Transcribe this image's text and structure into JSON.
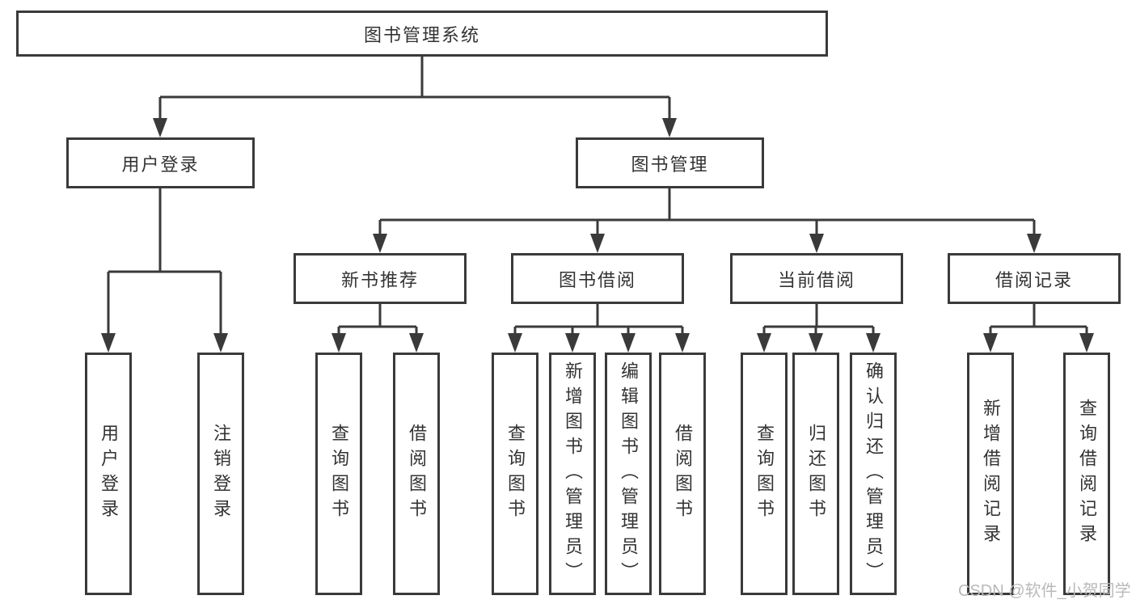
{
  "diagram": {
    "root": {
      "label": "图书管理系统"
    },
    "level2": [
      {
        "label": "用户登录"
      },
      {
        "label": "图书管理"
      }
    ],
    "level3": [
      {
        "label": "新书推荐"
      },
      {
        "label": "图书借阅"
      },
      {
        "label": "当前借阅"
      },
      {
        "label": "借阅记录"
      }
    ],
    "leaves": {
      "user_login": [
        "用户登录",
        "注销登录"
      ],
      "new_books": [
        "查询图书",
        "借阅图书"
      ],
      "book_borrow": [
        "查询图书",
        "新增图书（管理员）",
        "编辑图书（管理员）",
        "借阅图书"
      ],
      "current_borrow": [
        "查询图书",
        "归还图书",
        "确认归还（管理员）"
      ],
      "borrow_records": [
        "新增借阅记录",
        "查询借阅记录"
      ]
    }
  },
  "watermark": "CSDN @软件_小贺同学",
  "colors": {
    "line": "#3a3a3a",
    "text": "#333333",
    "watermark": "#b9b9b9",
    "background": "#ffffff"
  }
}
